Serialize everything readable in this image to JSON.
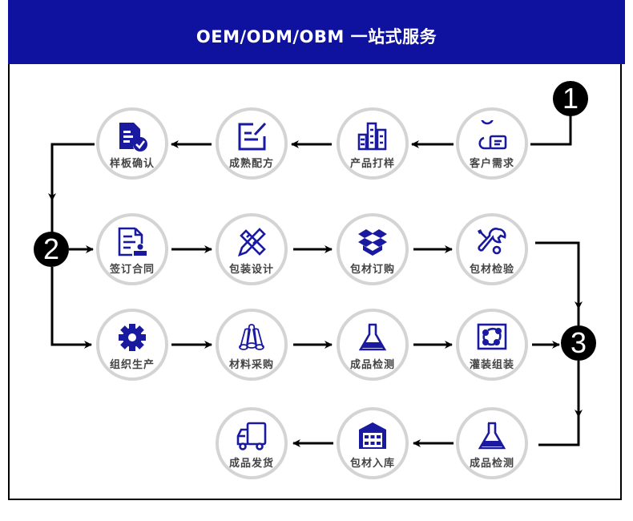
{
  "header": {
    "title": "OEM/ODM/OBM 一站式服务",
    "background_color": "#0e129e"
  },
  "colors": {
    "icon": "#1a1aa0",
    "node_border": "#d4d4d4",
    "label": "#444444",
    "connector": "#000000"
  },
  "markers": [
    {
      "id": "1",
      "label": "1"
    },
    {
      "id": "2",
      "label": "2"
    },
    {
      "id": "3",
      "label": "3"
    }
  ],
  "steps": [
    {
      "label": "客户需求",
      "icon": "user-card-icon"
    },
    {
      "label": "产品打样",
      "icon": "bar-columns-icon"
    },
    {
      "label": "成熟配方",
      "icon": "edit-document-icon"
    },
    {
      "label": "样板确认",
      "icon": "document-check-icon"
    },
    {
      "label": "签订合同",
      "icon": "contract-stamp-icon"
    },
    {
      "label": "包装设计",
      "icon": "pencil-ruler-icon"
    },
    {
      "label": "包材订购",
      "icon": "open-box-icon"
    },
    {
      "label": "包材检验",
      "icon": "wrench-screwdriver-icon"
    },
    {
      "label": "组织生产",
      "icon": "gear-icon"
    },
    {
      "label": "材料采购",
      "icon": "cylinders-icon"
    },
    {
      "label": "成品检测",
      "icon": "flask-icon"
    },
    {
      "label": "灌装组装",
      "icon": "cycle-frame-icon"
    },
    {
      "label": "成品检测",
      "icon": "flask-icon"
    },
    {
      "label": "包材入库",
      "icon": "warehouse-icon"
    },
    {
      "label": "成品发货",
      "icon": "truck-icon"
    }
  ]
}
